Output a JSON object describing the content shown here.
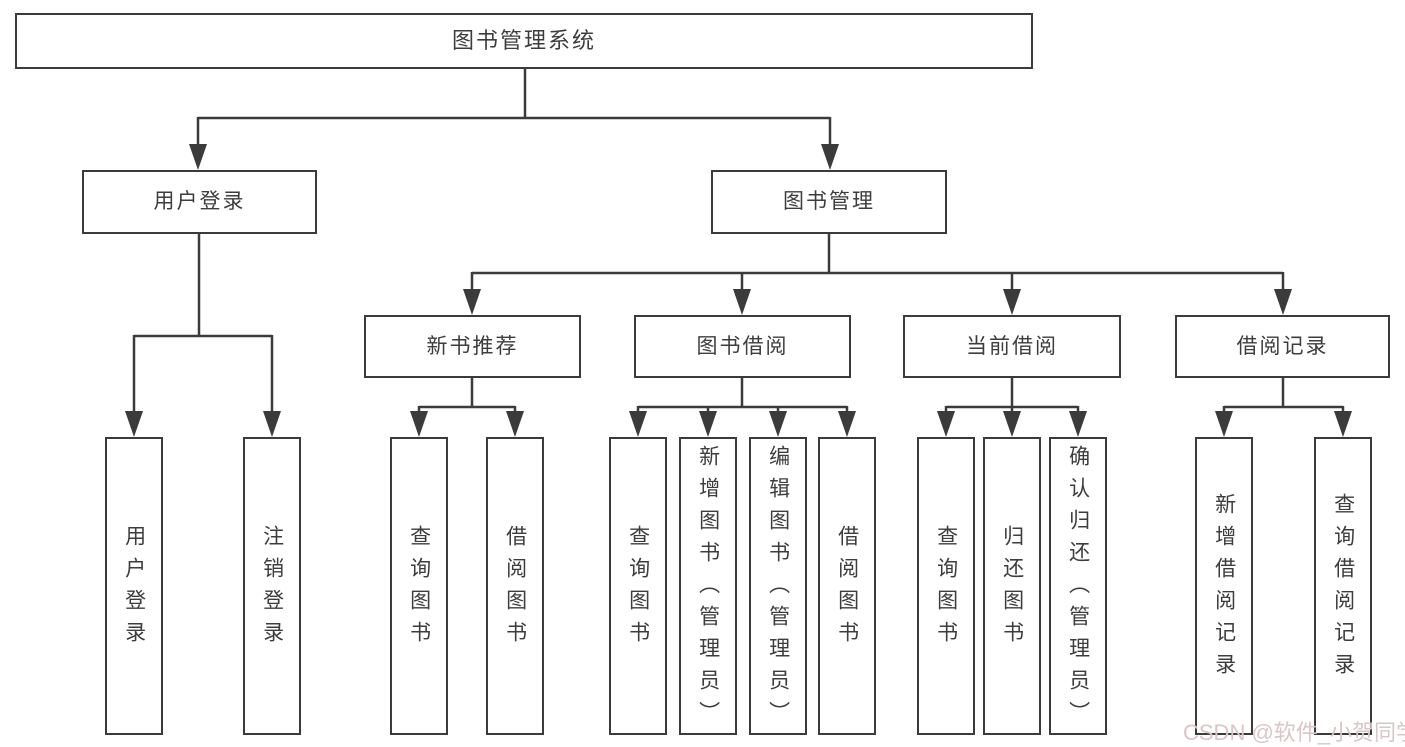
{
  "diagram": {
    "tree": {
      "root": {
        "label": "图书管理系统"
      },
      "children": [
        {
          "label": "用户登录",
          "leaves": [
            {
              "label": "用户登录"
            },
            {
              "label": "注销登录"
            }
          ]
        },
        {
          "label": "图书管理",
          "children": [
            {
              "label": "新书推荐",
              "leaves": [
                {
                  "label": "查询图书"
                },
                {
                  "label": "借阅图书"
                }
              ]
            },
            {
              "label": "图书借阅",
              "leaves": [
                {
                  "label": "查询图书"
                },
                {
                  "label": "新增图书（管理员）"
                },
                {
                  "label": "编辑图书（管理员）"
                },
                {
                  "label": "借阅图书"
                }
              ]
            },
            {
              "label": "当前借阅",
              "leaves": [
                {
                  "label": "查询图书"
                },
                {
                  "label": "归还图书"
                },
                {
                  "label": "确认归还（管理员）"
                }
              ]
            },
            {
              "label": "借阅记录",
              "leaves": [
                {
                  "label": "新增借阅记录"
                },
                {
                  "label": "查询借阅记录"
                }
              ]
            }
          ]
        }
      ]
    },
    "watermark": {
      "text": "CSDN @软件_小贺同学",
      "color": "#d9c6c6"
    },
    "colors": {
      "line": "#3b3b3b",
      "box_border": "#3b3b3b",
      "text": "#3d3d3d",
      "background": "#ffffff"
    }
  }
}
